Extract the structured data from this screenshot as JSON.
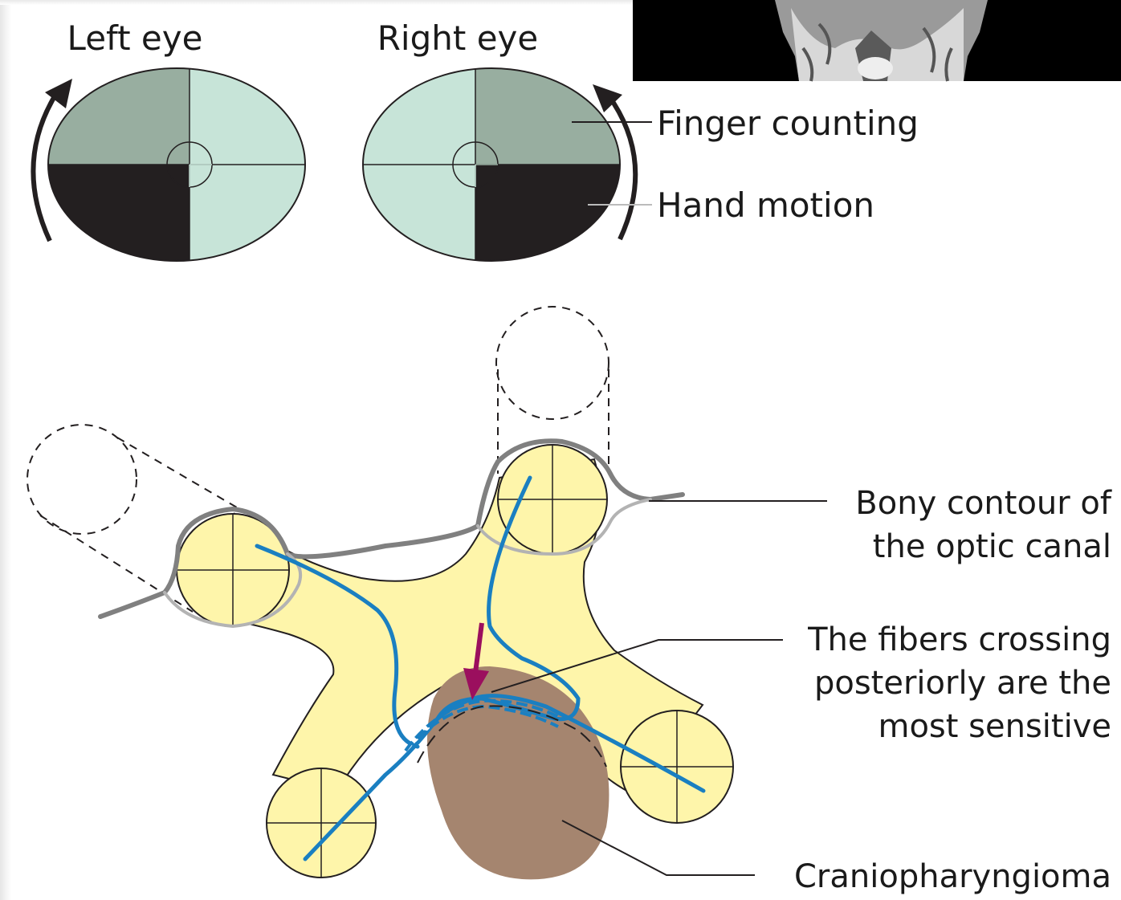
{
  "eyes": {
    "left_title": "Left eye",
    "right_title": "Right eye"
  },
  "legend": {
    "finger_counting": "Finger counting",
    "hand_motion": "Hand motion"
  },
  "callouts": {
    "bony_contour_line1": "Bony contour of",
    "bony_contour_line2": "the optic canal",
    "fibers_line1": "The fibers crossing",
    "fibers_line2": "posteriorly are the",
    "fibers_line3": "most sensitive",
    "tumor": "Craniopharyngioma"
  },
  "colors": {
    "field_dark": "#98aea0",
    "field_light": "#c7e4d8",
    "field_black": "#231f20",
    "chiasm_fill": "#fef5aa",
    "nerve_blue": "#1a7fc1",
    "tumor_brown": "#a5856f",
    "pressure_arrow": "#9b0f5e",
    "bony_gray": "#808080"
  }
}
